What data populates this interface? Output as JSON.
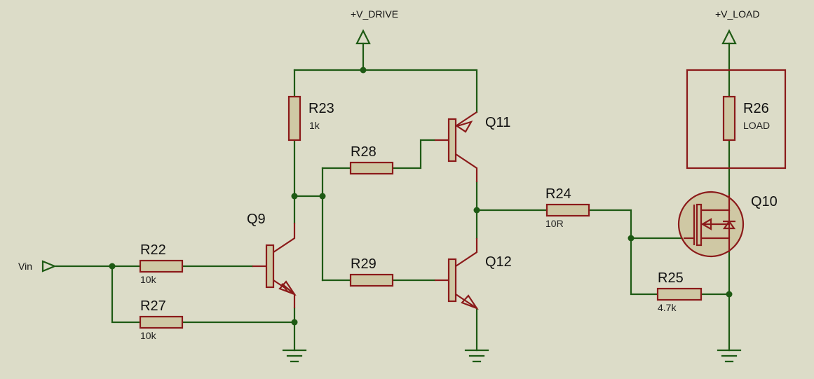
{
  "rails": {
    "drive": "+V_DRIVE",
    "load": "+V_LOAD"
  },
  "input_label": "Vin",
  "resistors": {
    "r22": {
      "ref": "R22",
      "value": "10k"
    },
    "r27": {
      "ref": "R27",
      "value": "10k"
    },
    "r23": {
      "ref": "R23",
      "value": "1k"
    },
    "r28": {
      "ref": "R28",
      "value": ""
    },
    "r29": {
      "ref": "R29",
      "value": ""
    },
    "r24": {
      "ref": "R24",
      "value": "10R"
    },
    "r25": {
      "ref": "R25",
      "value": "4.7k"
    },
    "r26": {
      "ref": "R26",
      "value": "LOAD"
    }
  },
  "transistors": {
    "q9": "Q9",
    "q11": "Q11",
    "q12": "Q12",
    "q10": "Q10"
  },
  "colors": {
    "background": "#dcdcc8",
    "wire": "#1e5a14",
    "component": "#8b1a1a",
    "component_fill": "#cfc8a4"
  }
}
